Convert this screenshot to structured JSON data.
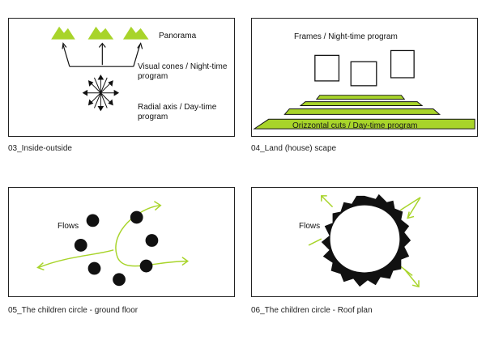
{
  "panels": [
    {
      "caption": "03_Inside-outside",
      "labels": {
        "panorama": "Panorama",
        "visual_cones": "Visual cones / Night-time",
        "visual_cones_2": "program",
        "radial_axis": "Radial axis / Day-time",
        "radial_axis_2": "program"
      }
    },
    {
      "caption": "04_Land (house) scape",
      "labels": {
        "frames": "Frames / Night-time program",
        "cuts": "Orizzontal cuts / Day-time program"
      }
    },
    {
      "caption": "05_The children circle - ground floor",
      "labels": {
        "flows": "Flows"
      }
    },
    {
      "caption": "06_The children circle - Roof plan",
      "labels": {
        "flows": "Flows"
      }
    }
  ],
  "colors": {
    "accent_green": "#a8d42a",
    "ink": "#111111",
    "border": "#222222"
  }
}
